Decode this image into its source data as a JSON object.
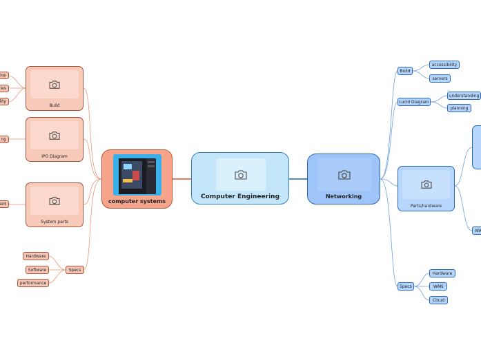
{
  "center": {
    "label": "Computer Engineering",
    "icon": "camera-icon"
  },
  "left": {
    "main_label": "computer systems",
    "main_image": "computer-case-photo",
    "build": {
      "label": "Build",
      "children": [
        "top",
        "les",
        "lity"
      ]
    },
    "ipo": {
      "label": "IPO Diagram",
      "children": [
        "ng"
      ]
    },
    "system_parts": {
      "label": "System parts",
      "children": [
        "ard"
      ]
    },
    "specs": {
      "label": "Specs",
      "children": [
        "Hardware",
        "Software",
        "performance"
      ]
    }
  },
  "right": {
    "main_label": "Networking",
    "build": {
      "label": "Build",
      "children": [
        "accessibility",
        "servers"
      ]
    },
    "lucid": {
      "label": "Lucid Diagram",
      "children": [
        "understanding",
        "planning"
      ]
    },
    "parts": {
      "label": "Parts/hardware",
      "partial": "WA"
    },
    "specs": {
      "label": "Specs",
      "children": [
        "Hardware",
        "WAN",
        "Cloud"
      ]
    }
  },
  "colors": {
    "orange_fill": "#f8cab9",
    "orange_border": "#a8533a",
    "blue_fill": "#b7d6fc",
    "blue_border": "#2d68b8",
    "center_fill": "#c3e6fb"
  }
}
